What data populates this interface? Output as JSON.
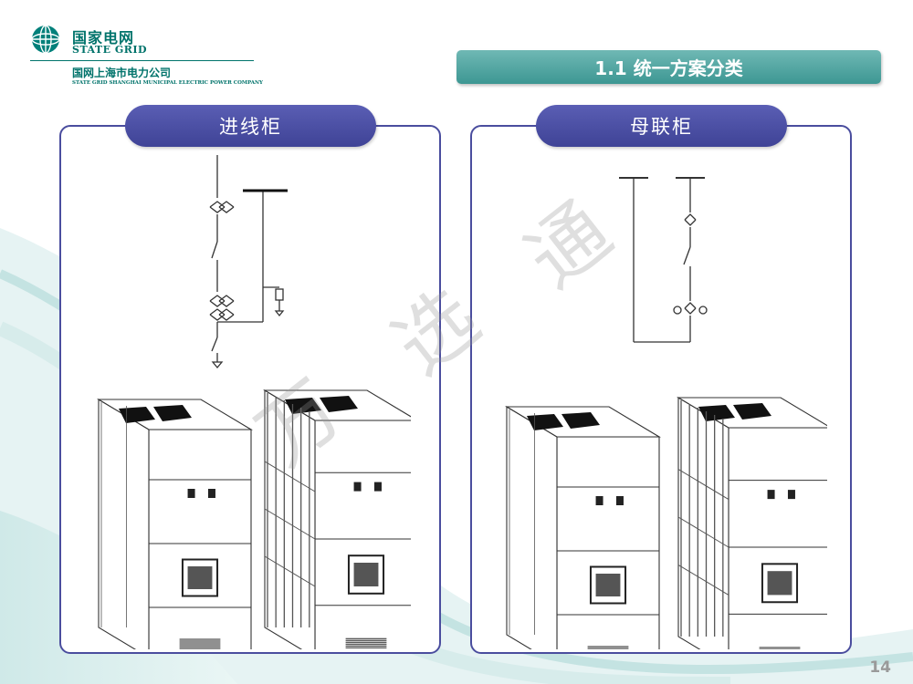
{
  "header": {
    "logo_cn": "国家电网",
    "logo_en": "STATE GRID",
    "company_cn": "国网上海市电力公司",
    "company_en": "STATE GRID SHANGHAI MUNICIPAL ELECTRIC POWER COMPANY",
    "brand_color": "#00736b"
  },
  "section": {
    "title": "1.1 统一方案分类",
    "color": "#4a9f9b"
  },
  "panels": [
    {
      "label": "进线柜",
      "color": "#4a4d9e"
    },
    {
      "label": "母联柜",
      "color": "#4a4d9e"
    }
  ],
  "watermark": [
    "万",
    "选",
    "通"
  ],
  "page_number": "14"
}
